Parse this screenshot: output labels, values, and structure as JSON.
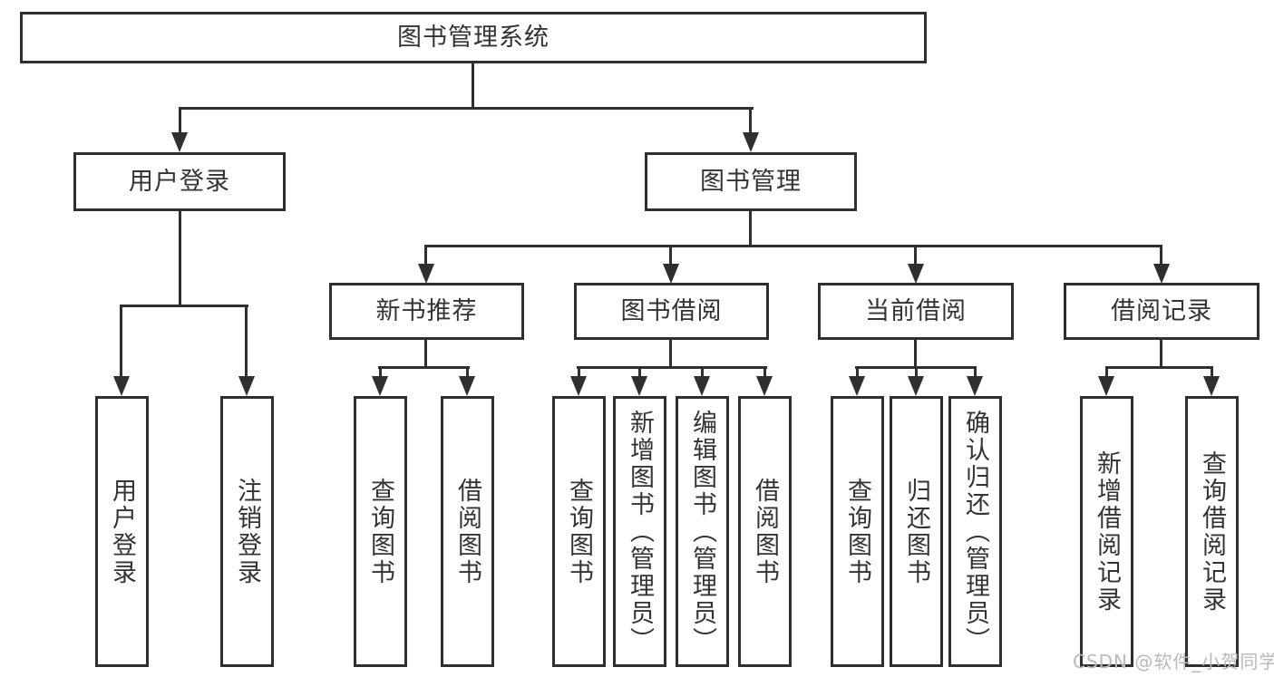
{
  "diagram_title": "图书管理系统",
  "watermark": {
    "text": "CSDN @软件_小贺同学"
  },
  "colors": {
    "line": "#2f2f2f",
    "text": "#333333",
    "watermark": "#bcb8b8",
    "background": "#ffffff"
  },
  "tree": {
    "root": {
      "label": "图书管理系统"
    },
    "branches": [
      {
        "label": "用户登录",
        "children": [
          {
            "label": "用户登录"
          },
          {
            "label": "注销登录"
          }
        ]
      },
      {
        "label": "图书管理",
        "children": [
          {
            "label": "新书推荐",
            "children": [
              {
                "label": "查询图书"
              },
              {
                "label": "借阅图书"
              }
            ]
          },
          {
            "label": "图书借阅",
            "children": [
              {
                "label": "查询图书"
              },
              {
                "label": "新增图书（管理员）"
              },
              {
                "label": "编辑图书（管理员）"
              },
              {
                "label": "借阅图书"
              }
            ]
          },
          {
            "label": "当前借阅",
            "children": [
              {
                "label": "查询图书"
              },
              {
                "label": "归还图书"
              },
              {
                "label": "确认归还（管理员）"
              }
            ]
          },
          {
            "label": "借阅记录",
            "children": [
              {
                "label": "新增借阅记录"
              },
              {
                "label": "查询借阅记录"
              }
            ]
          }
        ]
      }
    ]
  }
}
